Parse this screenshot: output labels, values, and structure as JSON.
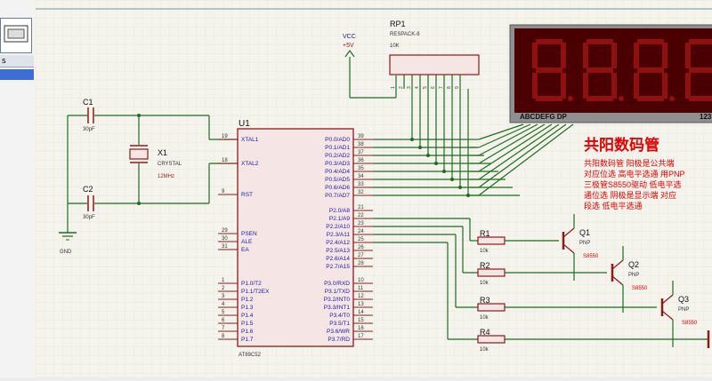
{
  "left_panel": {
    "tab_label": "s"
  },
  "rp1": {
    "name": "RP1",
    "type": "RESPACK-8",
    "value": "10K",
    "pins": [
      "1",
      "2",
      "3",
      "4",
      "5",
      "6",
      "7",
      "8",
      "9"
    ]
  },
  "vcc": {
    "label": "VCC",
    "value": "+5V"
  },
  "c1": {
    "name": "C1",
    "value": "30pF"
  },
  "c2": {
    "name": "C2",
    "value": "30pF"
  },
  "x1": {
    "name": "X1",
    "type": "CRYSTAL",
    "freq": "12MHz"
  },
  "gnd": {
    "label": "GND"
  },
  "u1": {
    "name": "U1",
    "part": "AT89C52",
    "left_pins": [
      {
        "num": "19",
        "label": "XTAL1"
      },
      {
        "num": "18",
        "label": "XTAL2"
      },
      {
        "num": "9",
        "label": "RST"
      },
      {
        "num": "29",
        "label": "PSEN"
      },
      {
        "num": "30",
        "label": "ALE"
      },
      {
        "num": "31",
        "label": "EA"
      },
      {
        "num": "1",
        "label": "P1.0/T2"
      },
      {
        "num": "2",
        "label": "P1.1/T2EX"
      },
      {
        "num": "3",
        "label": "P1.2"
      },
      {
        "num": "4",
        "label": "P1.3"
      },
      {
        "num": "5",
        "label": "P1.4"
      },
      {
        "num": "6",
        "label": "P1.5"
      },
      {
        "num": "7",
        "label": "P1.6"
      },
      {
        "num": "8",
        "label": "P1.7"
      }
    ],
    "right_pins": [
      {
        "num": "39",
        "label": "P0.0/AD0"
      },
      {
        "num": "38",
        "label": "P0.1/AD1"
      },
      {
        "num": "37",
        "label": "P0.2/AD2"
      },
      {
        "num": "36",
        "label": "P0.3/AD3"
      },
      {
        "num": "35",
        "label": "P0.4/AD4"
      },
      {
        "num": "34",
        "label": "P0.5/AD5"
      },
      {
        "num": "33",
        "label": "P0.6/AD6"
      },
      {
        "num": "32",
        "label": "P0.7/AD7"
      },
      {
        "num": "21",
        "label": "P2.0/A8"
      },
      {
        "num": "22",
        "label": "P2.1/A9"
      },
      {
        "num": "23",
        "label": "P2.2/A10"
      },
      {
        "num": "24",
        "label": "P2.3/A11"
      },
      {
        "num": "25",
        "label": "P2.4/A12"
      },
      {
        "num": "26",
        "label": "P2.5/A13"
      },
      {
        "num": "27",
        "label": "P2.6/A14"
      },
      {
        "num": "28",
        "label": "P2.7/A15"
      },
      {
        "num": "10",
        "label": "P3.0/RXD"
      },
      {
        "num": "11",
        "label": "P3.1/TXD"
      },
      {
        "num": "12",
        "label": "P3.2/INT0"
      },
      {
        "num": "13",
        "label": "P3.3/INT1"
      },
      {
        "num": "14",
        "label": "P3.4/T0"
      },
      {
        "num": "15",
        "label": "P3.5/T1"
      },
      {
        "num": "16",
        "label": "P3.6/WR"
      },
      {
        "num": "17",
        "label": "P3.7/RD"
      }
    ]
  },
  "resistors": [
    {
      "name": "R1",
      "value": "10k"
    },
    {
      "name": "R2",
      "value": "10k"
    },
    {
      "name": "R3",
      "value": "10k"
    },
    {
      "name": "R4",
      "value": "10k"
    }
  ],
  "transistors": [
    {
      "name": "Q1",
      "type": "PNP",
      "part": "S8550"
    },
    {
      "name": "Q2",
      "type": "PNP",
      "part": "S8550"
    },
    {
      "name": "Q3",
      "type": "PNP",
      "part": "S8550"
    }
  ],
  "display": {
    "segment_label": "ABCDEFG DP",
    "digit_label": "123"
  },
  "annotation": {
    "title": "共阳数码管",
    "lines": [
      "共阳数码管 阳极是公共端",
      "对应位选 高电平选通 用PNP",
      "三极管S8550驱动 低电平选",
      "通位选 阴极是显示端 对应",
      "段选 低电平选通"
    ]
  },
  "colors": {
    "wire": "#1f6b1f",
    "comp_body": "#f5e5e5",
    "comp_outline": "#8b1a1a",
    "blue_text": "#1a1aaa",
    "red_text": "#e00000",
    "canvas": "#f4f4ec"
  }
}
